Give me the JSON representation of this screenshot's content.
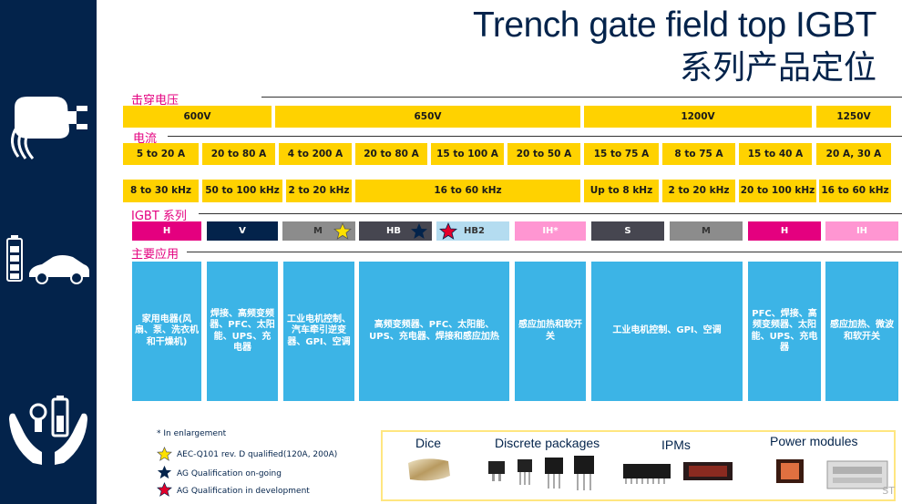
{
  "title": {
    "line1": "Trench gate field top IGBT",
    "line2": "系列产品定位"
  },
  "sections": {
    "breakdown": "击穿电压",
    "current": "电流",
    "series": "IGBT 系列",
    "application": "主要应用"
  },
  "voltages": [
    "600V",
    "650V",
    "1200V",
    "1250V"
  ],
  "currents": [
    "5 to 20 A",
    "20 to 80 A",
    "4 to 200 A",
    "20 to 80 A",
    "15 to 100 A",
    "20 to 50 A",
    "15 to 75 A",
    "8 to 75 A",
    "15 to 40 A",
    "20 A, 30 A"
  ],
  "frequencies": [
    "8 to 30 kHz",
    "50 to 100 kHz",
    "2 to 20 kHz",
    "16 to 60 kHz",
    "Up to 8 kHz",
    "2 to 20 kHz",
    "20 to 100 kHz",
    "16 to 60 kHz"
  ],
  "series": [
    "H",
    "V",
    "M",
    "HB",
    "HB2",
    "IH*",
    "S",
    "M",
    "H",
    "IH"
  ],
  "applications": [
    "家用电器(风扇、泵、洗衣机和干燥机)",
    "焊接、高频变频器、PFC、太阳能、UPS、充电器",
    "工业电机控制、汽车牵引逆变器、GPI、空调",
    "高频变频器、PFC、太阳能、UPS、充电器、焊接和感应加热",
    "感应加热和软开关",
    "工业电机控制、GPI、空调",
    "PFC、焊接、高频变频器、太阳能、UPS、充电器",
    "感应加热、微波和软开关"
  ],
  "legend": {
    "note": "* In enlargement",
    "yellow_star": "AEC-Q101 rev. D qualified(120A, 200A)",
    "blue_star": "AG Qualification on-going",
    "red_star": "AG Qualification in development"
  },
  "packages": [
    "Dice",
    "Discrete packages",
    "IPMs",
    "Power modules"
  ],
  "watermark": "ST",
  "colors": {
    "navy": "#03234b",
    "yellow": "#ffd200",
    "magenta": "#e4007f",
    "light_blue": "#3cb4e6",
    "pink": "#ff96d2",
    "gray": "#8c8c8c",
    "dark_gray": "#464650",
    "pale_blue": "#b4dcf0"
  },
  "icons": [
    "power-plug-icon",
    "battery-icon",
    "car-icon",
    "hands-energy-icon",
    "yellow-star-icon",
    "blue-star-icon",
    "red-star-icon"
  ]
}
